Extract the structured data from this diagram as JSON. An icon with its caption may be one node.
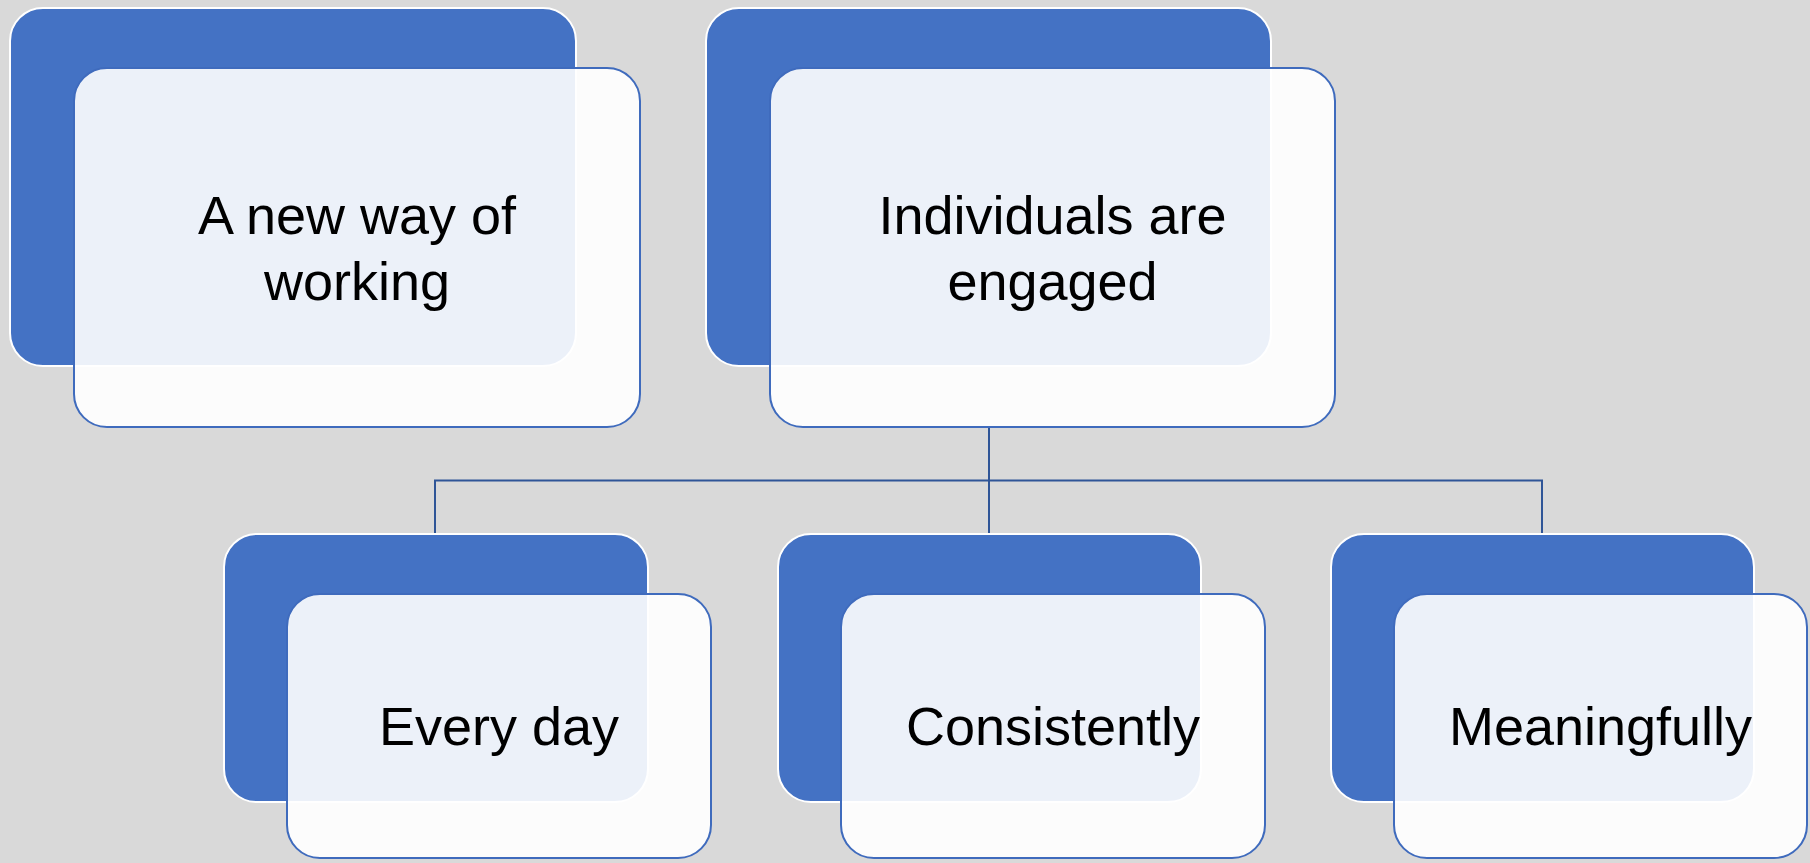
{
  "diagram": {
    "nodes": [
      {
        "text": [
          "A new way of working"
        ]
      },
      {
        "text": [
          "Individuals are engaged"
        ]
      },
      {
        "text": [
          "Every day"
        ]
      },
      {
        "text": [
          "Consistently"
        ]
      },
      {
        "text": [
          "Meaningfully"
        ]
      }
    ],
    "edges": [
      {
        "from": 1,
        "to": 2,
        "arrow": "none"
      },
      {
        "from": 1,
        "to": 3,
        "arrow": "none"
      },
      {
        "from": 1,
        "to": 4,
        "arrow": "none"
      }
    ]
  }
}
